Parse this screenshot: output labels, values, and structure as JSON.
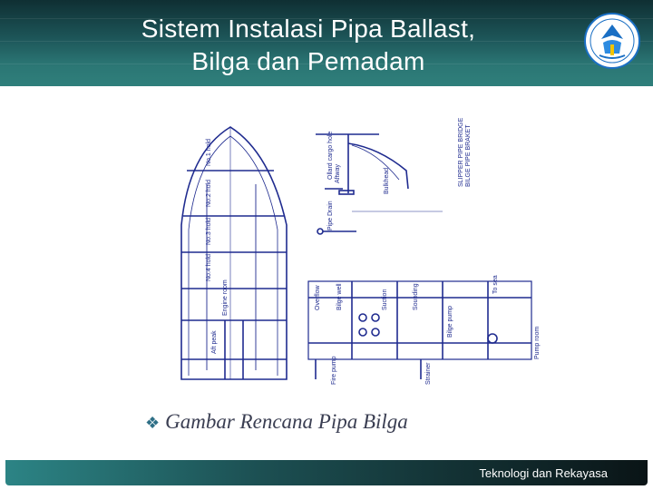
{
  "slide": {
    "title_line1": "Sistem  Instalasi  Pipa Ballast,",
    "title_line2": "Bilga dan Pemadam",
    "caption": "Gambar Rencana Pipa Bilga",
    "caption_bullet": "❖",
    "footer_text": "Teknologi dan Rekayasa"
  },
  "colors": {
    "header_dark": "#0f2f33",
    "header_teal": "#2f7f7b",
    "drawing_blue": "#1f2b8f",
    "logo_blue": "#1a6fc4",
    "caption_text": "#3a3e52"
  },
  "drawing": {
    "hull_labels": [
      "No.1 hold",
      "No.2 hold",
      "No.3 hold",
      "No.4 hold",
      "Engine room",
      "Aft peak"
    ],
    "plan_labels": {
      "top1": "Ollard cargo hole",
      "top2": "Aftway",
      "top3": "Bulkhead",
      "right1": "SLIPPER PIPE BRIDGE",
      "right2": "BILGE PIPE BRAKET",
      "mid1": "Pipe Drain",
      "bottom1": "Overflow",
      "bottom2": "Bilge well",
      "bottom3": "Suction",
      "bottom4": "Sounding",
      "bottom5": "Bilge pump",
      "bottom6": "To sea",
      "bottom7": "Pump room",
      "bottom8": "Fire pump",
      "bottom9": "Strainer"
    }
  }
}
